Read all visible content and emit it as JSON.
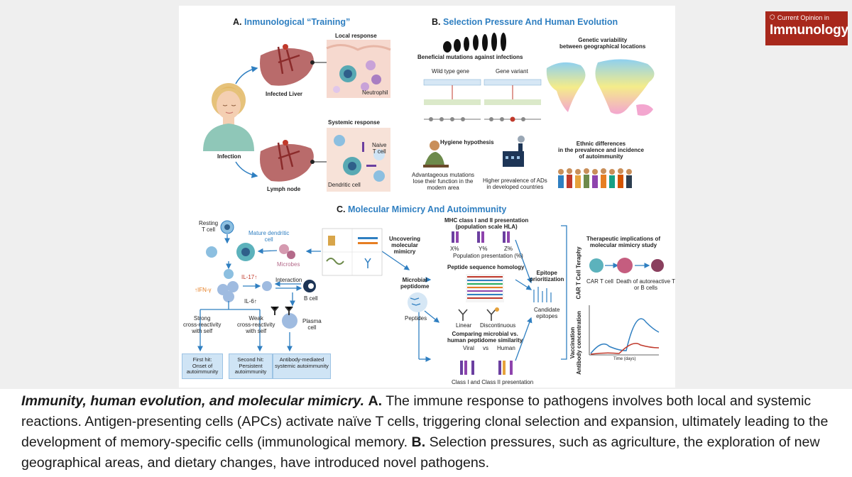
{
  "logo": {
    "line1": "Current Opinion in",
    "line2": "Immunology"
  },
  "figure": {
    "A": {
      "letter": "A.",
      "title": "Inmunological “Training”",
      "labels": {
        "local": "Local response",
        "infected_liver": "Infected Liver",
        "neutrophil": "Neutrophil",
        "infection": "Infection",
        "systemic": "Systemic response",
        "naive": "Naive\nT cell",
        "dendritic": "Dendritic cell",
        "lymph": "Lymph node"
      }
    },
    "B": {
      "letter": "B.",
      "title": "Selection Pressure And Human Evolution",
      "labels": {
        "beneficial": "Beneficial mutations against infections",
        "wild": "Wild type gene",
        "variant": "Gene variant",
        "genetic": "Genetic variability\nbetween geographical locations",
        "hygiene": "Hygiene hypothesis",
        "advantageous": "Advantageous mutations\nlose their function in the\nmodern area",
        "higher": "Higher prevalence of ADs\nin developed countries",
        "ethnic": "Ethnic differences\nin the prevalence and incidence\nof autoimmunity"
      }
    },
    "C": {
      "letter": "C.",
      "title": "Molecular Mimicry And Autoimmunity",
      "labels": {
        "resting": "Resting\nT cell",
        "mature": "Mature dendritic\ncell",
        "microbes": "Microbes",
        "ifn": "↑IFN-γ",
        "il17": "IL-17↑",
        "il6": "IL-6↑",
        "interaction": "Interaction",
        "bcell": "B cell",
        "plasma": "Plasma\ncell",
        "strong": "Strong\ncross-reactivity\nwith self",
        "weak": "Weak\ncross-reactivity\nwith self",
        "first": "First hit:\nOnset of\nautoimmunity",
        "second": "Second hit:\nPersistent\nautoimmunity",
        "antibody": "Antibody-mediated\nsystemic autoimmunity",
        "uncovering": "Uncovering\nmolecular\nmimicry",
        "microbial": "Microbial\npeptidome",
        "peptides": "Peptides",
        "mhc": "MHC class I and II presentation\n(population scale HLA)",
        "x": "X%",
        "y": "Y%",
        "z": "Z%",
        "population": "Population presentation (%)",
        "homology": "Peptide sequence homology",
        "linear": "Linear",
        "discontinuous": "Discontinuous",
        "comparing": "Comparing microbial vs.\nhuman peptidome similarity",
        "viral": "Viral",
        "vs": "vs",
        "human": "Human",
        "classes": "Class I and Class II presentation",
        "epitope": "Epitope\nprioritization",
        "candidate": "Candidate\nepitopes",
        "therapeutic": "Therapeutic implications of\nmolecular mimicry study",
        "cart": "CAR T Cell Teraphy",
        "cartcell": "CAR T cell",
        "death": "Death of autoreactive T\nor B cells",
        "vaccination": "Vaccination\nAntibody concentration",
        "time": "Time (days)"
      }
    }
  },
  "caption": {
    "lead": "Immunity, human evolution, and molecular mimicry.",
    "a_letter": "A.",
    "a_text": "The immune response to pathogens involves both local and systemic reactions. Antigen-presenting cells (APCs) activate naïve T cells, triggering clonal selection and expansion, ultimately leading to the development of memory-specific cells (immunological memory.",
    "b_letter": "B.",
    "b_text": "Selection pressures, such as agriculture, the exploration of new geographical areas, and dietary changes, have introduced novel pathogens."
  }
}
